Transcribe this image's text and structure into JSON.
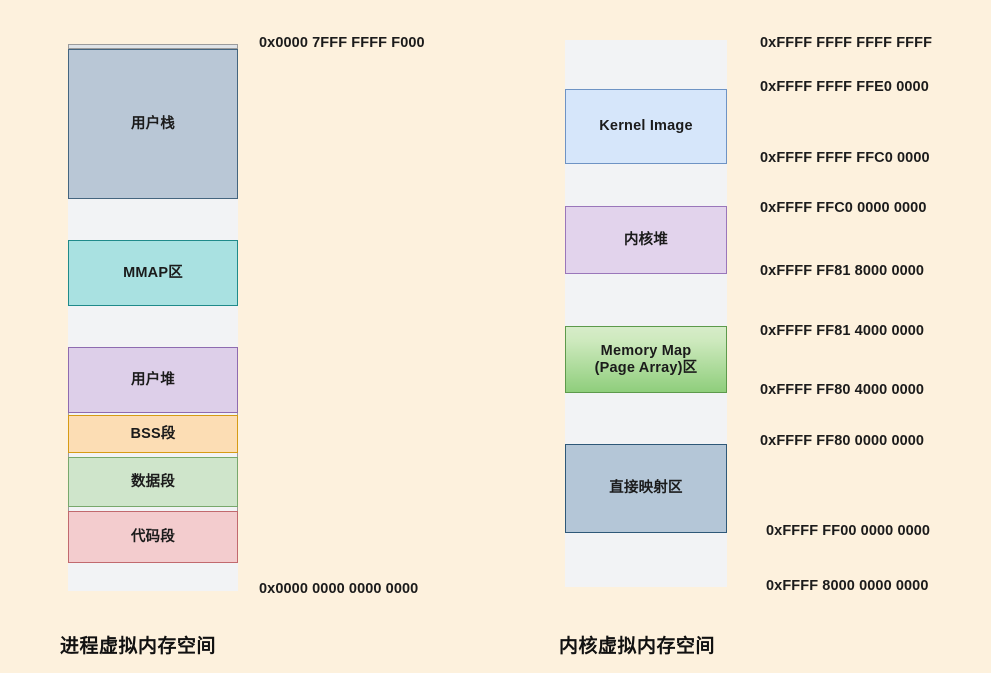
{
  "background_color": "#fdf1dd",
  "left_diagram": {
    "caption": "进程虚拟内存空间",
    "top_address": "0x0000 7FFF FFFF F000",
    "bottom_address": "0x0000 0000 0000 0000",
    "segments": [
      {
        "label": "",
        "name": "top-guard-strip",
        "color": "#dfe3e7"
      },
      {
        "label": "用户栈",
        "name": "user-stack",
        "color": "#b9c7d6"
      },
      {
        "label": "",
        "name": "gap-1",
        "color": "#f2f3f5"
      },
      {
        "label": "MMAP区",
        "name": "mmap-area",
        "color": "#a9e1e1"
      },
      {
        "label": "",
        "name": "gap-2",
        "color": "#f2f3f5"
      },
      {
        "label": "用户堆",
        "name": "user-heap",
        "color": "#ddcfe9"
      },
      {
        "label": "BSS段",
        "name": "bss-segment",
        "color": "#fcddb4"
      },
      {
        "label": "数据段",
        "name": "data-segment",
        "color": "#cfe5cb"
      },
      {
        "label": "代码段",
        "name": "text-segment",
        "color": "#f3ccce"
      },
      {
        "label": "",
        "name": "gap-3",
        "color": "#f2f3f5"
      }
    ]
  },
  "right_diagram": {
    "caption": "内核虚拟内存空间",
    "segments": [
      {
        "label": "",
        "name": "gap-top",
        "color": "#f2f3f5"
      },
      {
        "label": "Kernel Image",
        "name": "kernel-image",
        "color": "#d6e6fa"
      },
      {
        "label": "",
        "name": "gap-1",
        "color": "#f2f3f5"
      },
      {
        "label": "内核堆",
        "name": "kernel-heap",
        "color": "#e2d3ec"
      },
      {
        "label": "",
        "name": "gap-2",
        "color": "#f2f3f5"
      },
      {
        "label": "Memory Map\n(Page Array)区",
        "name": "memory-map-area",
        "color": "#8fce7c"
      },
      {
        "label": "",
        "name": "gap-3",
        "color": "#f2f3f5"
      },
      {
        "label": "直接映射区",
        "name": "direct-map-area",
        "color": "#b4c6d7"
      },
      {
        "label": "",
        "name": "gap-bottom",
        "color": "#f2f3f5"
      }
    ],
    "addresses": [
      "0xFFFF FFFF FFFF FFFF",
      "0xFFFF FFFF FFE0 0000",
      "0xFFFF FFFF FFC0 0000",
      "0xFFFF FFC0 0000 0000",
      "0xFFFF FF81 8000 0000",
      "0xFFFF FF81 4000 0000",
      "0xFFFF FF80 4000 0000",
      "0xFFFF FF80 0000 0000",
      "0xFFFF FF00 0000 0000",
      "0xFFFF 8000 0000 0000"
    ]
  }
}
